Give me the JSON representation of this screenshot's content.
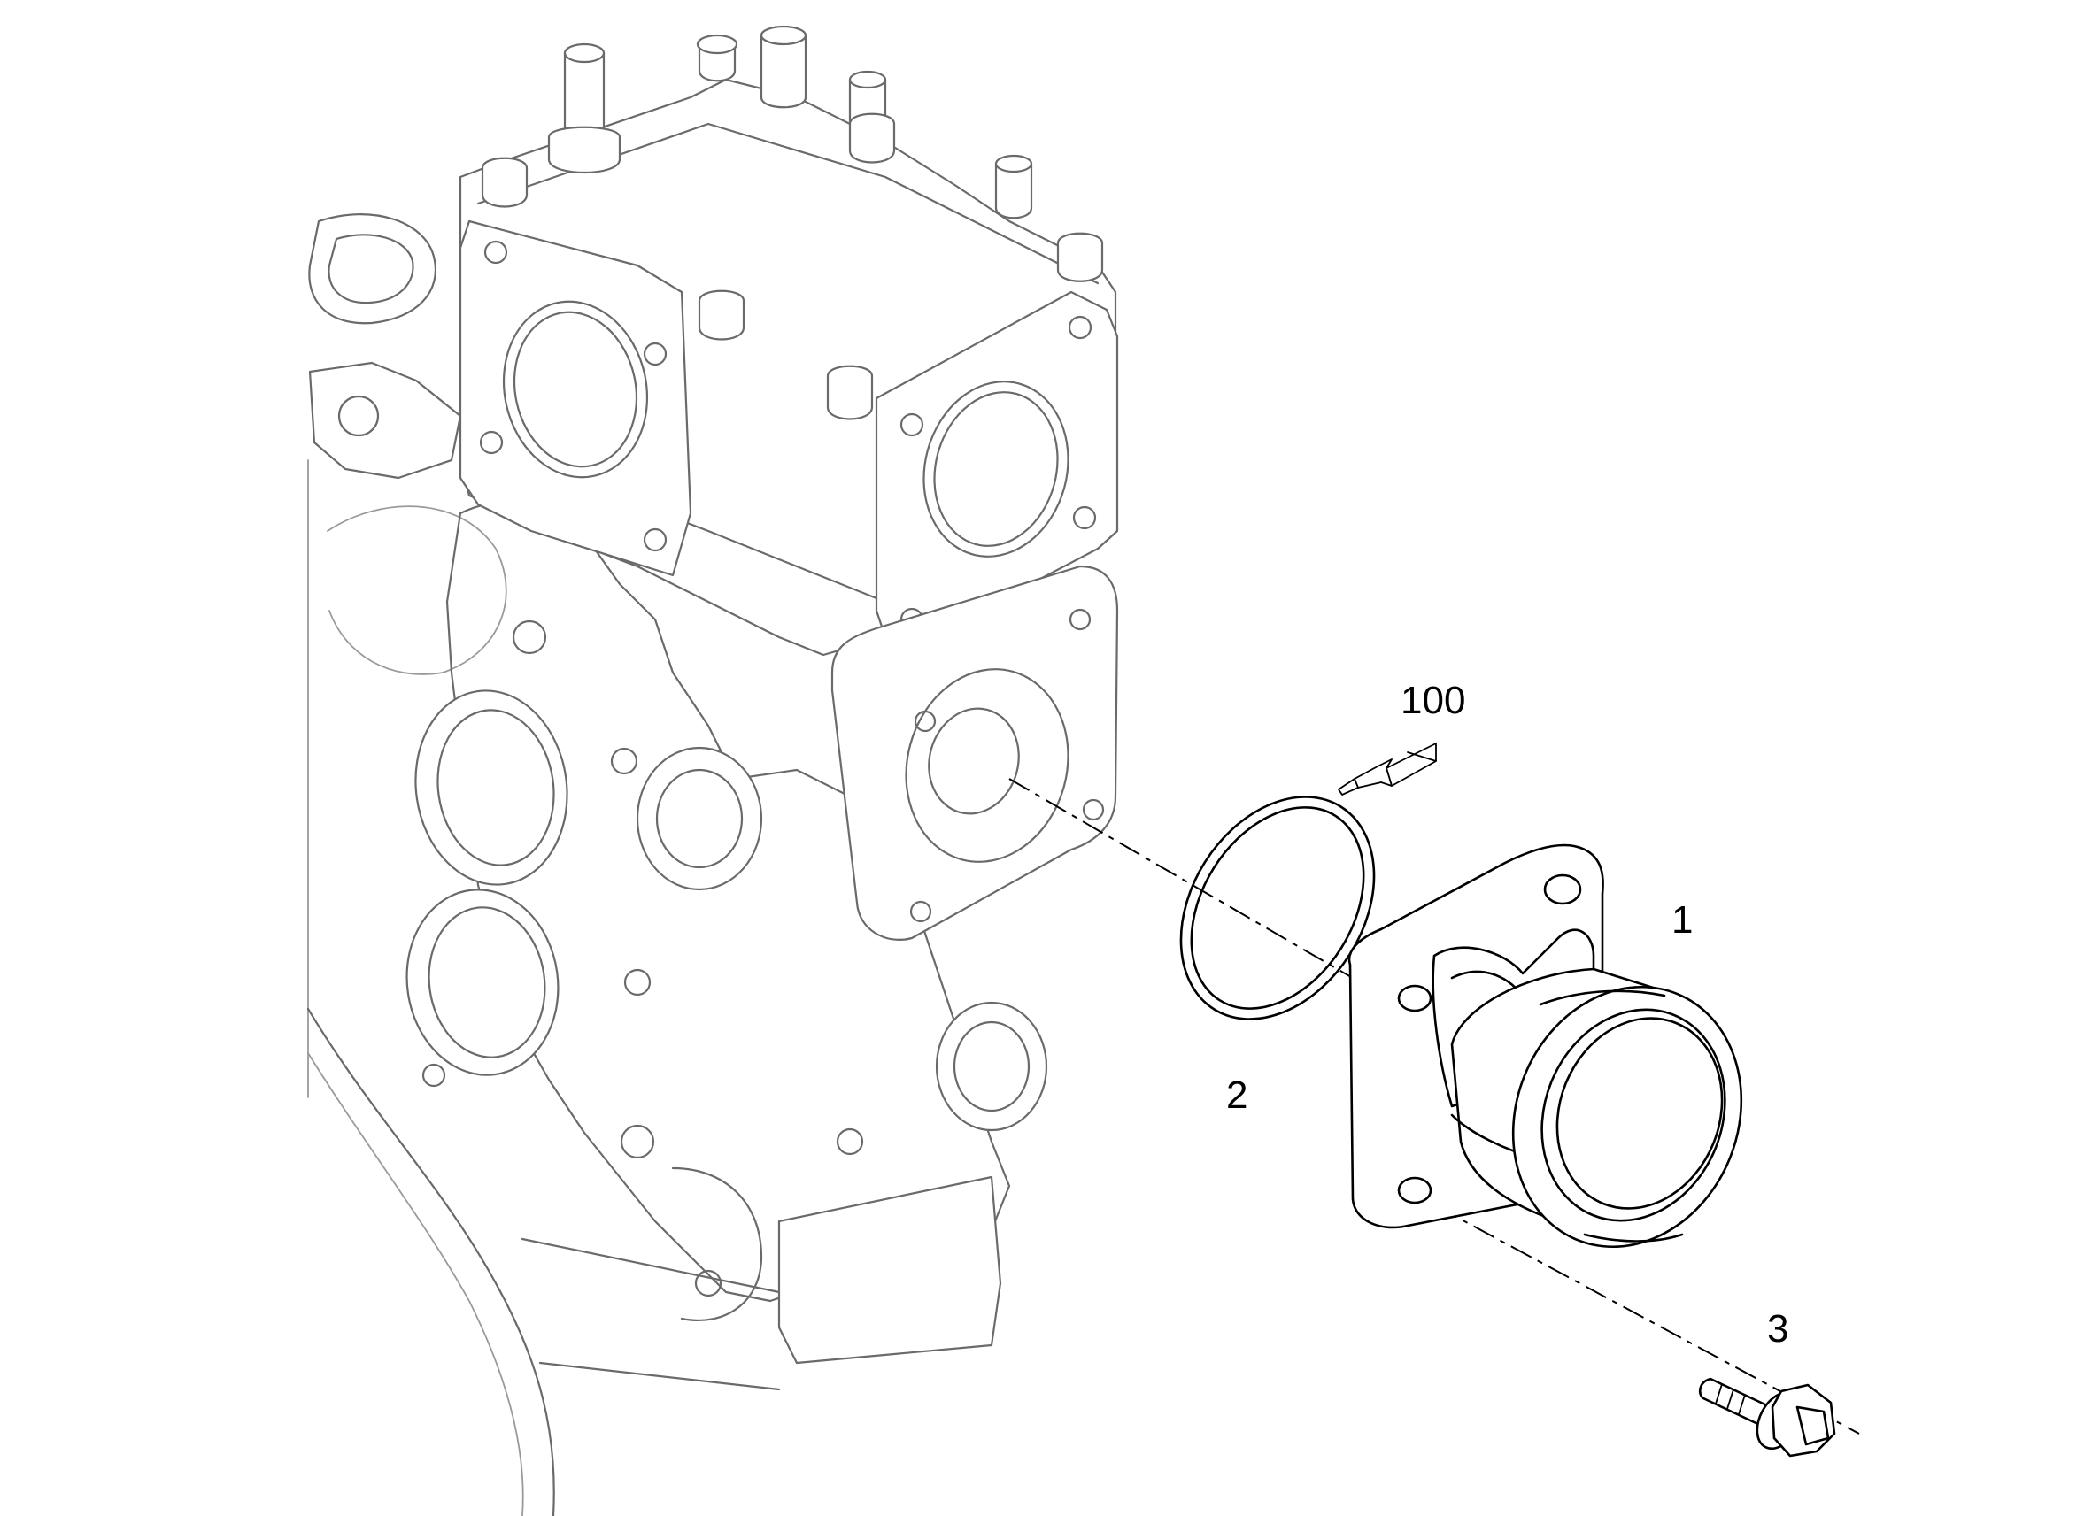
{
  "callouts": {
    "part_100": "100",
    "part_1": "1",
    "part_2": "2",
    "part_3": "3"
  },
  "colors": {
    "engine_outline": "#6a6a6a",
    "part_outline": "#000000",
    "background": "#ffffff"
  },
  "icons": {
    "engine_block": "engine-block-illustration",
    "gasket": "o-ring-icon",
    "water_outlet": "water-outlet-housing-icon",
    "bolt": "flange-bolt-icon",
    "sealant": "sealant-tube-icon"
  }
}
